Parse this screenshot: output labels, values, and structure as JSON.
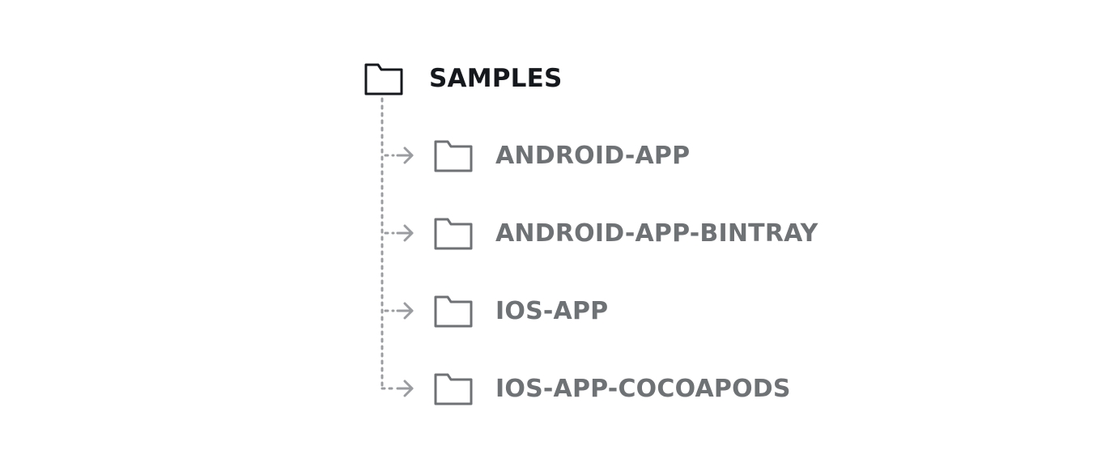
{
  "colors": {
    "root_text": "#15181d",
    "root_icon": "#15181d",
    "child_text": "#6f7275",
    "child_icon": "#6f7275",
    "connector": "#9a9c9f"
  },
  "root": {
    "icon": "folder-icon",
    "label": "SAMPLES"
  },
  "children": [
    {
      "icon": "folder-icon",
      "label": "ANDROID-APP"
    },
    {
      "icon": "folder-icon",
      "label": "ANDROID-APP-BINTRAY"
    },
    {
      "icon": "folder-icon",
      "label": "IOS-APP"
    },
    {
      "icon": "folder-icon",
      "label": "IOS-APP-COCOAPODS"
    }
  ]
}
